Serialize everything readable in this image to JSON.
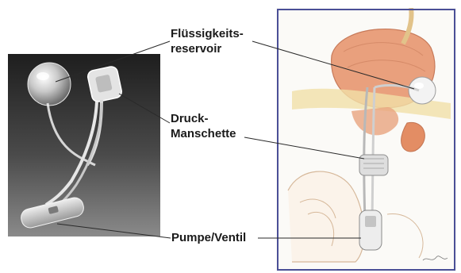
{
  "labels": {
    "reservoir": {
      "line1": "Flüssigkeits-",
      "line2": "reservoir"
    },
    "cuff": {
      "line1": "Druck-",
      "line2": "Manschette"
    },
    "pump": {
      "line1": "Pumpe/Ventil"
    }
  },
  "colors": {
    "frame": "#4a4f97",
    "leader_line": "#2a2a2a",
    "label_text": "#1a1a1a"
  },
  "images": {
    "photo": "artificial-sphincter-device-photo",
    "illustration": "anatomical-illustration-implanted-sphincter"
  }
}
